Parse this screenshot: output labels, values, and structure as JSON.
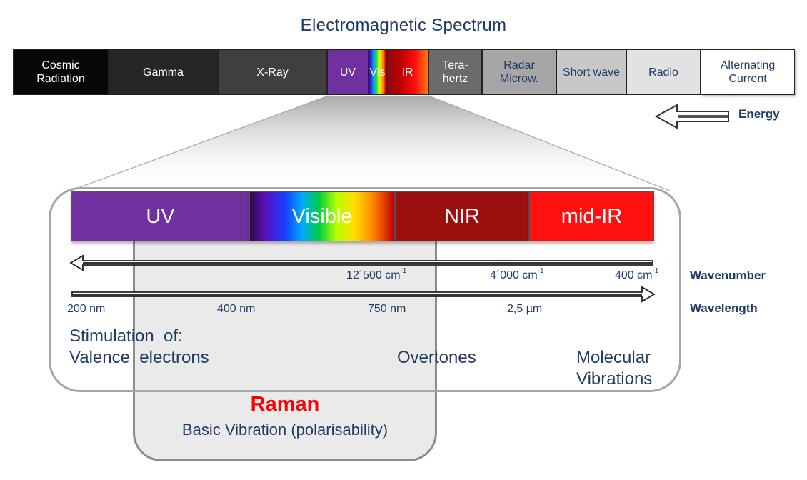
{
  "title": "Electromagnetic Spectrum",
  "spectrum": {
    "cosmic": "Cosmic\nRadiation",
    "gamma": "Gamma",
    "xray": "X-Ray",
    "uv": "UV",
    "vis": "Vis",
    "ir": "IR",
    "tera": "Tera-\nhertz",
    "radar": "Radar\nMicrow.",
    "short_wave": "Short wave",
    "radio": "Radio",
    "ac": "Alternating\nCurrent"
  },
  "energy_label": "Energy",
  "zoom": {
    "uv": "UV",
    "visible": "Visible",
    "nir": "NIR",
    "mid_ir": "mid-IR"
  },
  "wavenumber": {
    "label": "Wavenumber",
    "v1": "12´500 cm",
    "v2": "4´000 cm",
    "v3": "400 cm",
    "exp": "-1"
  },
  "wavelength": {
    "label": "Wavelength",
    "v1": "200 nm",
    "v2": "400 nm",
    "v3": "750 nm",
    "v4": "2,5 µm"
  },
  "stimulation": {
    "line1": "Stimulation  of:",
    "line2": "Valence  electrons",
    "overtones": "Overtones",
    "molecular1": "Molecular",
    "molecular2": "Vibrations"
  },
  "raman": {
    "title": "Raman",
    "subtitle": "Basic Vibration (polarisability)"
  }
}
